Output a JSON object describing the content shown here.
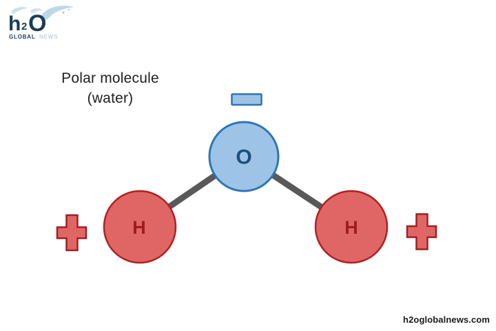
{
  "logo": {
    "brand_h": "h",
    "brand_2": "2",
    "brand_o": "O",
    "tagline_bold": "GLOBAL",
    "tagline_light": "NEWS"
  },
  "title": {
    "line1": "Polar molecule",
    "line2": "(water)"
  },
  "molecule": {
    "oxygen": {
      "label": "O",
      "charge": "negative"
    },
    "hydrogen_left": {
      "label": "H",
      "charge": "positive"
    },
    "hydrogen_right": {
      "label": "H",
      "charge": "positive"
    }
  },
  "footer": {
    "website": "h2oglobalnews.com"
  },
  "colors": {
    "oxygen_fill": "#9dc3e6",
    "oxygen_stroke": "#2e75b6",
    "oxygen_label": "#1f4e79",
    "hydrogen_fill": "#e06666",
    "hydrogen_stroke": "#b02020",
    "hydrogen_label": "#a01c1c",
    "bond": "#595959",
    "charge_negative_fill": "#9dc3e6",
    "charge_negative_stroke": "#2e75b6",
    "charge_positive_fill": "#e06666",
    "charge_positive_stroke": "#a02020",
    "logo_navy": "#1a3c5a",
    "logo_splash": "#9fc4dd",
    "logo_news": "#a9bfcf"
  }
}
